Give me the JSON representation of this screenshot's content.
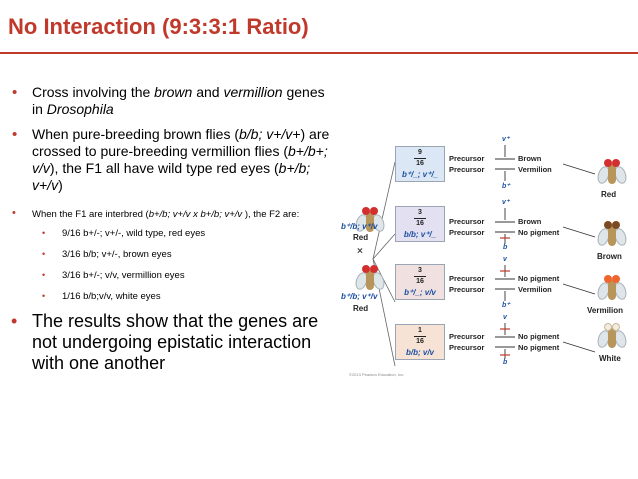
{
  "slide": {
    "title": "No Interaction (9:3:3:1 Ratio)"
  },
  "bullets": {
    "b1_a": "Cross involving the ",
    "b1_brown": "brown",
    "b1_and": " and ",
    "b1_vermillion": "vermillion",
    "b1_b": " genes in ",
    "b1_dros": "Drosophila",
    "b2_a": "When pure-breeding brown flies (",
    "b2_g1": "b/b; v+/v+",
    "b2_b": ") are crossed to pure-breeding vermillion flies (",
    "b2_g2": "b+/b+; v/v",
    "b2_c": "), the F1 all have wild type red eyes (",
    "b2_g3": "b+/b; v+/v",
    "b2_d": ")",
    "b3_a": "When the  F1 are interbred (",
    "b3_g": "b+/b; v+/v x b+/b; v+/v",
    "b3_b": " ), the F2 are:",
    "sub": [
      "9/16 b+/-; v+/-, wild type, red eyes",
      "3/16 b/b; v+/-, brown eyes",
      "3/16 b+/-; v/v, vermillion eyes",
      "1/16 b/b;v/v, white eyes"
    ],
    "b4": "The results show that the genes are not undergoing epistatic interaction with one another"
  },
  "figure": {
    "parent_genotype": "b⁺/b; v⁺/v",
    "parent_label": "Red",
    "cross_symbol": "×",
    "copyright": "©2013 Pearson Education, Inc.",
    "gene_v": "v",
    "gene_b": "b",
    "gene_vp": "v⁺",
    "gene_bp": "b⁺",
    "rows": [
      {
        "num": "9",
        "den": "16",
        "genotype": "b⁺/_; v⁺/_",
        "p1": "Precursor",
        "p2": "Precursor",
        "o1": "Brown",
        "o2": "Vermilion",
        "color": "Red",
        "fill": "#dbe7f5"
      },
      {
        "num": "3",
        "den": "16",
        "genotype": "b/b; v⁺/_",
        "p1": "Precursor",
        "p2": "Precursor",
        "o1": "Brown",
        "o2": "No pigment",
        "color": "Brown",
        "fill": "#e3e0f2"
      },
      {
        "num": "3",
        "den": "16",
        "genotype": "b⁺/_; v/v",
        "p1": "Precursor",
        "p2": "Precursor",
        "o1": "No pigment",
        "o2": "Vermilion",
        "color": "Vermilion",
        "fill": "#f0e0e0"
      },
      {
        "num": "1",
        "den": "16",
        "genotype": "b/b; v/v",
        "p1": "Precursor",
        "p2": "Precursor",
        "o1": "No pigment",
        "o2": "No pigment",
        "color": "White",
        "fill": "#f7e3d6"
      }
    ]
  },
  "colors": {
    "accent": "#c0392b",
    "genotype": "#1a4fa0"
  }
}
